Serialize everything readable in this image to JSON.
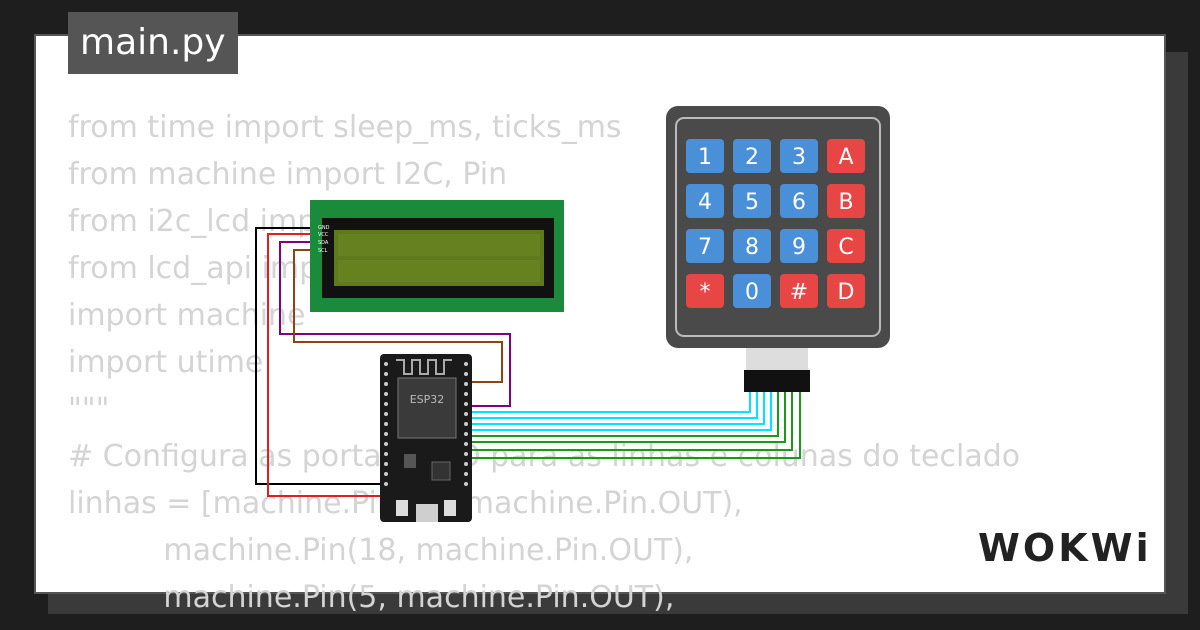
{
  "editor": {
    "tab_title": "main.py",
    "code_lines": [
      "from time import sleep_ms, ticks_ms",
      "from machine import I2C, Pin",
      "from i2c_lcd import I2cLcd",
      "from lcd_api import LcdApi",
      "import machine",
      "import utime",
      "\"\"\"",
      "# Configura as portas GPIO para as linhas e colunas do teclado",
      "linhas = [machine.Pin(19, machine.Pin.OUT),",
      "          machine.Pin(18, machine.Pin.OUT),",
      "          machine.Pin(5, machine.Pin.OUT),"
    ]
  },
  "lcd": {
    "pin_labels": [
      "GND",
      "VCC",
      "SDA",
      "SCL"
    ],
    "frame_color": "#1b8a3a",
    "screen_color": "#5f7a1c"
  },
  "esp32": {
    "chip_label": "ESP32"
  },
  "keypad": {
    "keys": [
      "1",
      "2",
      "3",
      "A",
      "4",
      "5",
      "6",
      "B",
      "7",
      "8",
      "9",
      "C",
      "*",
      "0",
      "#",
      "D"
    ],
    "digit_color": "#4a90d9",
    "letter_color": "#e84545"
  },
  "wires": {
    "colors": [
      "#000000",
      "#e02020",
      "#800080",
      "#8b4513",
      "#00e5ff",
      "#1a9a1a"
    ]
  },
  "brand": {
    "logo_text": "WOKWi"
  }
}
